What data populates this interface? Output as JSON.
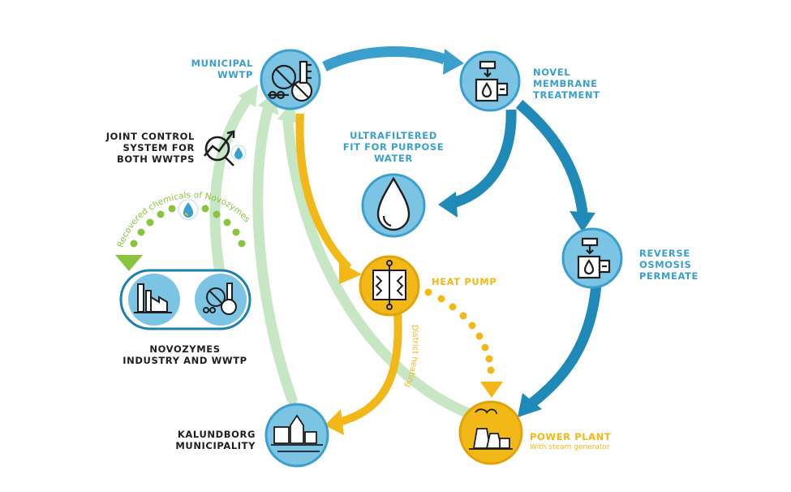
{
  "labels": {
    "municipal_wwtp": [
      "MUNICIPAL",
      "WWTP"
    ],
    "novel_membrane": [
      "NOVEL",
      "MEMBRANE",
      "TREATMENT"
    ],
    "ultrafiltered": [
      "ULTRAFILTERED",
      "FIT FOR PURPOSE",
      "WATER"
    ],
    "reverse_osmosis": [
      "REVERSE",
      "OSMOSIS",
      "PERMEATE"
    ],
    "joint_control": [
      "JOINT CONTROL",
      "SYSTEM FOR",
      "BOTH WWTPS"
    ],
    "novozymes": [
      "NOVOZYMES",
      "INDUSTRY AND WWTP"
    ],
    "heat_pump": "HEAT PUMP",
    "kalundborg": [
      "KALUNDBORG",
      "MUNICIPALITY"
    ],
    "power_plant": "POWER PLANT",
    "power_plant_sub": "With steam generator"
  },
  "flow_labels": {
    "recovered_chemicals": "Recovered chemicals of Novozymes",
    "district_heating": "District heating"
  },
  "colors": {
    "blue": "#3a9fcc",
    "blue_dark": "#1f8ab8",
    "light_blue_fill": "#7cc4e4",
    "yellow": "#f2b817",
    "green": "#8ac43f",
    "pale_green": "#c6e6c4",
    "dark": "#1e1e1e"
  },
  "icons": {
    "municipal_wwtp": "wastewater-plant-icon",
    "novel_membrane": "membrane-filter-icon",
    "ultrafiltered": "water-drop-icon",
    "reverse_osmosis": "membrane-filter-icon",
    "joint_control": "control-system-icon",
    "novozymes_factory": "factory-icon",
    "novozymes_wwtp": "wastewater-plant-icon",
    "heat_pump": "heat-pump-icon",
    "kalundborg": "town-icon",
    "power_plant": "power-plant-icon"
  }
}
